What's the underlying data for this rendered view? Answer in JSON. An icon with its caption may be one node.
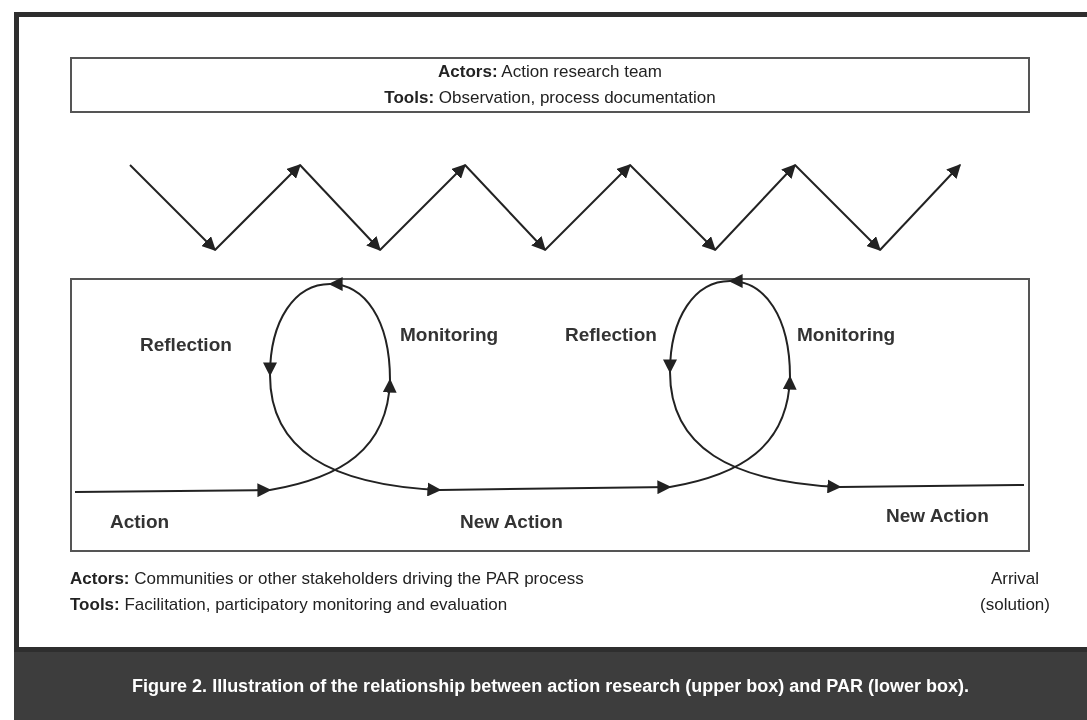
{
  "diagram": {
    "caption": "Figure 2. Illustration of the relationship between action research (upper box) and PAR (lower box).",
    "nodes": [
      {
        "text": [
          "**Actors:** Action research team",
          "**Tools:** Observation, process documentation"
        ]
      },
      {
        "text": [],
        "shape": "box",
        "beside": [
          "**Actors:** Communities or other stakeholders driving the PAR process",
          "**Tools:** Facilitation, participatory monitoring and evaluation"
        ]
      }
    ],
    "edges": [],
    "labels": [
      "Reflection",
      "Monitoring",
      "Reflection",
      "Monitoring",
      "Action",
      "New Action",
      "New Action",
      "Arrival (solution)"
    ]
  }
}
